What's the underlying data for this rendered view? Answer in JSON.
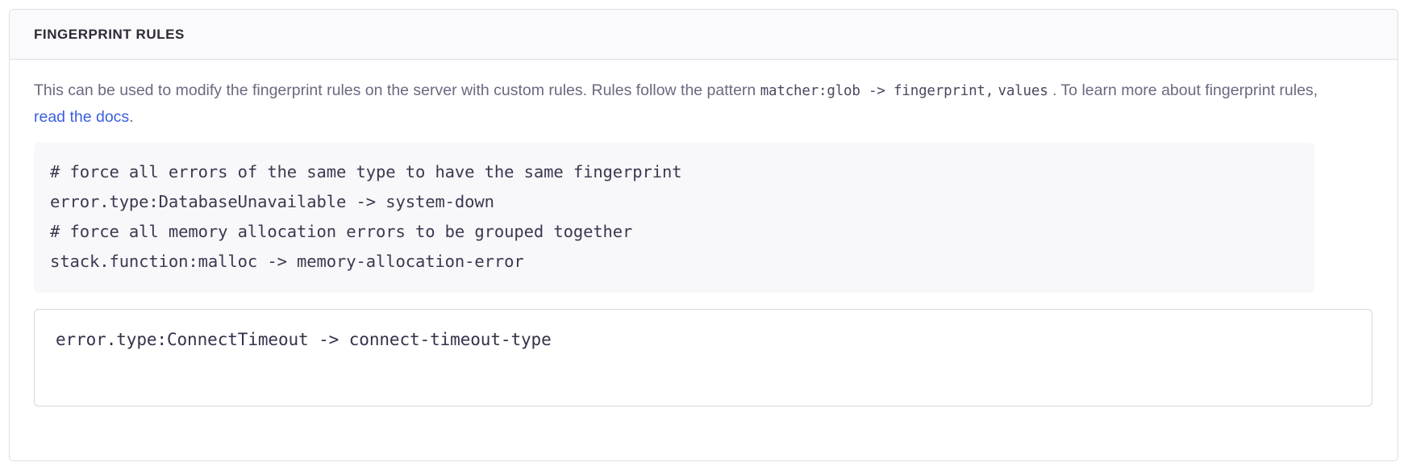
{
  "panel": {
    "title": "FINGERPRINT RULES",
    "description": {
      "text_before_code": "This can be used to modify the fingerprint rules on the server with custom rules. Rules follow the pattern ",
      "code_1": "matcher:glob -> fingerprint,",
      "code_2": "values",
      "text_between": " . To learn more about fingerprint rules, ",
      "link_label": "read the docs",
      "text_after": "."
    },
    "example_code": "# force all errors of the same type to have the same fingerprint\nerror.type:DatabaseUnavailable -> system-down\n# force all memory allocation errors to be grouped together\nstack.function:malloc -> memory-allocation-error",
    "rules_input": {
      "value": "error.type:ConnectTimeout -> connect-timeout-type",
      "placeholder": ""
    }
  },
  "colors": {
    "panel_border": "#e0dfe6",
    "header_background": "#faf9fb",
    "title_text": "#2f2936",
    "description_text": "#6d6880",
    "link": "#3b5ee0",
    "code_block_background": "#f8f8fa",
    "code_text": "#3d3750",
    "input_border": "#d8d6e0"
  }
}
